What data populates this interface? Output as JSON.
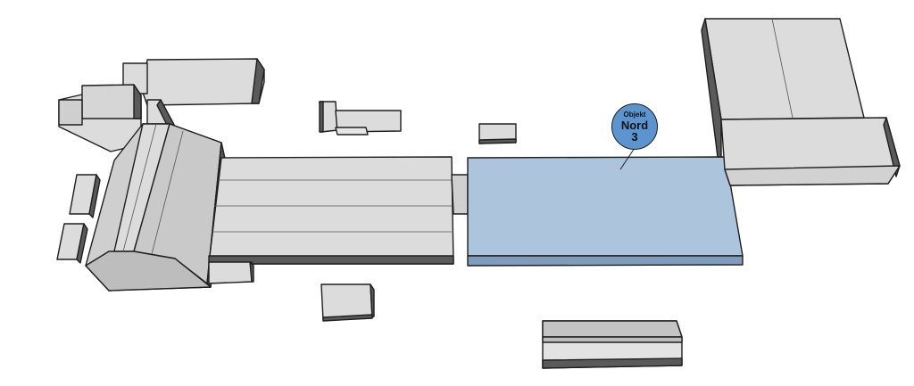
{
  "colors": {
    "building_top": "#dcdcdc",
    "building_side": "#5a5a5a",
    "building_front": "#bdbdbd",
    "highlight_top": "#adc4dd",
    "highlight_side": "#7f9cbd",
    "marker_fill": "#5b95cf",
    "outline": "#1e1e1e"
  },
  "marker": {
    "line1": "Objekt",
    "line2": "Nord",
    "line3": "3"
  }
}
